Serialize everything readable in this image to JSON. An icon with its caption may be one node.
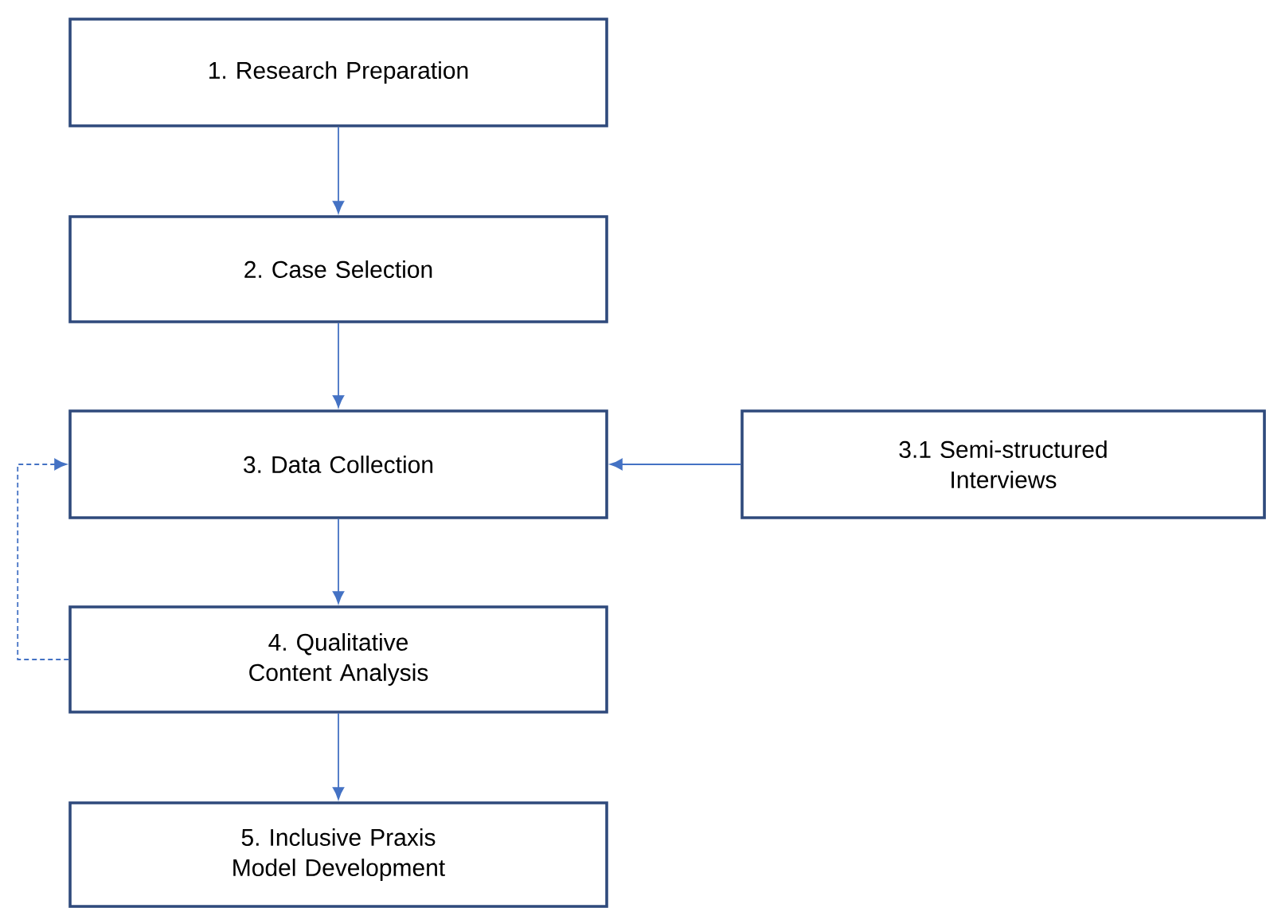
{
  "diagram": {
    "nodes": [
      {
        "text": [
          "1. Research Preparation"
        ]
      },
      {
        "text": [
          "2. Case Selection"
        ]
      },
      {
        "text": [
          "3. Data Collection"
        ]
      },
      {
        "text": [
          "3.1 Semi-structured Interviews"
        ]
      },
      {
        "text": [
          "4. Qualitative Content Analysis"
        ]
      },
      {
        "text": [
          "5. Inclusive Praxis Model Development"
        ]
      }
    ],
    "edges": [
      {
        "from": 0,
        "to": 1,
        "arrow": "to"
      },
      {
        "from": 1,
        "to": 2,
        "arrow": "to"
      },
      {
        "from": 3,
        "to": 2,
        "arrow": "to"
      },
      {
        "from": 2,
        "to": 4,
        "arrow": "to"
      },
      {
        "from": 4,
        "to": 2,
        "arrow": "to",
        "style": "dashed"
      },
      {
        "from": 4,
        "to": 5,
        "arrow": "to"
      }
    ]
  }
}
